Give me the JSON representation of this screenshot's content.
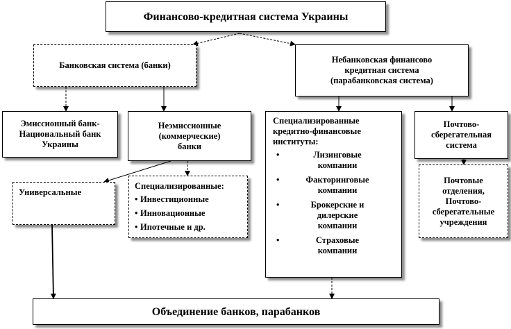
{
  "diagram": {
    "root": "Финансово-кредитная система Украины",
    "banking": "Банковская система (банки)",
    "nonbanking": [
      "Небанковская финансово",
      "кредитная система",
      "(парабанковская система)"
    ],
    "emission": [
      "Эмиссионный банк-",
      "Национальный банк",
      "Украины"
    ],
    "nonemission": [
      "Неэмиссионные",
      "(коммерческие)",
      "банки"
    ],
    "specialized_institutes": {
      "header": [
        "Специализированные",
        "кредитно-финансовые",
        "институты:"
      ],
      "items": [
        [
          "Лизинговые",
          "компании"
        ],
        [
          "Факторинговые",
          "компании"
        ],
        [
          "Брокерские и",
          "дилерские",
          "компании"
        ],
        [
          "Страховые",
          "компании"
        ]
      ]
    },
    "postal_savings": [
      "Почтово-",
      "сберегательная",
      "система"
    ],
    "universal": "Универсальные",
    "specialized_banks": {
      "header": "Специализированные:",
      "items": [
        "Инвестиционные",
        "Инновационные",
        "Ипотечные и др."
      ]
    },
    "postal_offices": [
      "Почтовые",
      "отделения,",
      "Почтово-",
      "сберегательные",
      "учреждения"
    ],
    "union": "Объединение банков, парабанков"
  }
}
